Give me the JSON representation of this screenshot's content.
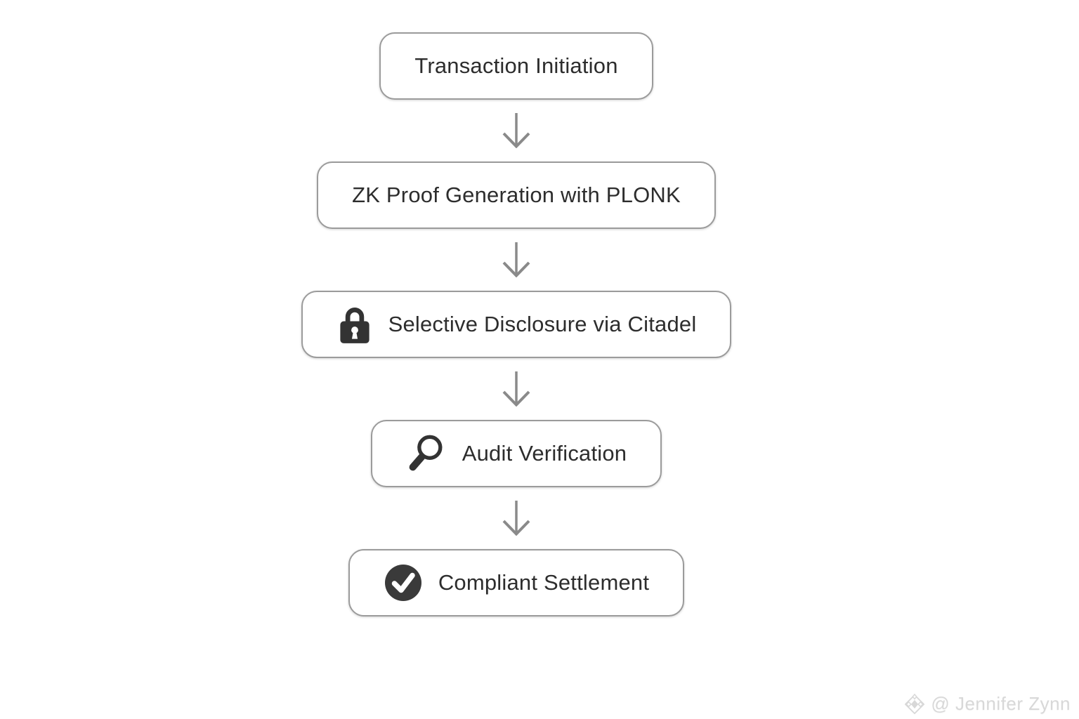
{
  "diagram": {
    "type": "flowchart-vertical",
    "nodes": [
      {
        "id": "transaction-initiation",
        "label": "Transaction Initiation",
        "icon": "none"
      },
      {
        "id": "zk-proof-generation",
        "label": "ZK Proof Generation with PLONK",
        "icon": "none"
      },
      {
        "id": "selective-disclosure",
        "label": "Selective Disclosure via Citadel",
        "icon": "lock-icon"
      },
      {
        "id": "audit-verification",
        "label": "Audit Verification",
        "icon": "search-icon"
      },
      {
        "id": "compliant-settlement",
        "label": "Compliant Settlement",
        "icon": "check-circle-icon"
      }
    ],
    "connector_icon": "down-arrow-icon"
  },
  "watermark": {
    "icon": "gem-icon",
    "text": "@ Jennifer Zynn"
  },
  "colors": {
    "background": "#ffffff",
    "box_fill": "#ffffff",
    "box_border": "#9b9b9b",
    "text": "#2d2d2d",
    "icon": "#333333",
    "arrow": "#8a8a8a",
    "watermark": "#d8d8d8"
  }
}
